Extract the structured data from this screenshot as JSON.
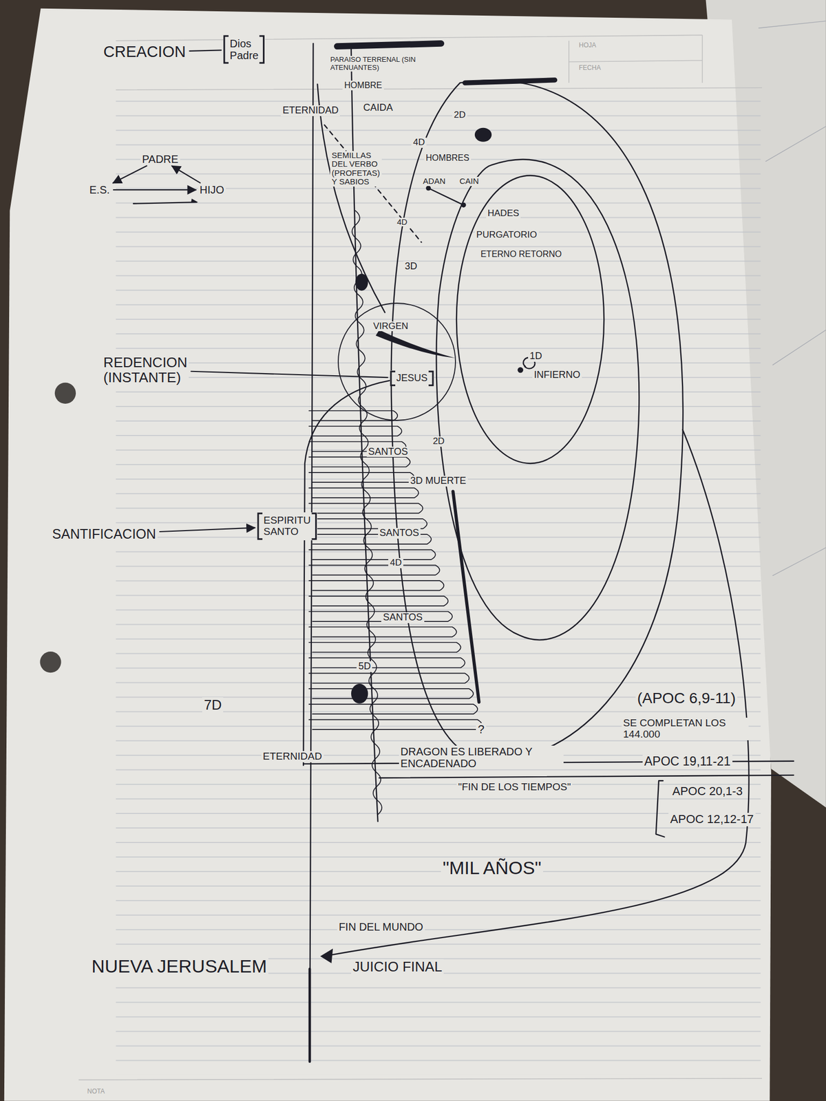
{
  "diagram": {
    "nodes": [
      {
        "text": [
          "CREACION"
        ]
      },
      {
        "text": [
          "Dios Padre"
        ]
      },
      {
        "text": [
          "PADRE"
        ]
      },
      {
        "text": [
          "E.S."
        ]
      },
      {
        "text": [
          "HIJO"
        ]
      },
      {
        "text": [
          "VIRGEN"
        ]
      },
      {
        "text": [
          "JESUS"
        ],
        "in": 5
      },
      {
        "text": [
          "REDENCION (INSTANTE)"
        ]
      },
      {
        "text": [
          "SANTIFICACION"
        ]
      },
      {
        "text": [
          "ESPIRITU SANTO"
        ]
      }
    ],
    "edges": [
      {
        "from": 0,
        "to": 1,
        "arrow": "none"
      },
      {
        "from": 2,
        "to": 3,
        "arrow": "to"
      },
      {
        "from": 4,
        "to": 2,
        "arrow": "to"
      },
      {
        "from": 3,
        "to": 4,
        "arrow": "to"
      },
      {
        "from": 7,
        "to": 6,
        "arrow": "none"
      },
      {
        "from": 8,
        "to": 9,
        "arrow": "to"
      }
    ],
    "labels": [
      "HOJA",
      "FECHA",
      "PARAISO TERRENAL (SIN ATENUANTES)",
      "HOMBRE",
      "ETERNIDAD",
      "CAIDA",
      "2D",
      "4D",
      "HOMBRES",
      "ADAN",
      "CAIN",
      "SEMILLAS DEL VERBO (PROFETAS) Y SABIOS",
      "4D",
      "HADES",
      "PURGATORIO",
      "ETERNO RETORNO",
      "3D",
      "1D",
      "INFIERNO",
      "SANTOS",
      "2D",
      "3D MUERTE",
      "SANTOS",
      "4D",
      "SANTOS",
      "5D",
      "7D",
      "(APOC 6,9-11)",
      "?",
      "SE COMPLETAN LOS 144.000",
      "ETERNIDAD",
      "DRAGON ES LIBERADO Y ENCADENADO",
      "APOC 19,11-21",
      "\"FIN DE LOS TIEMPOS\"",
      "APOC 20,1-3",
      "APOC 12,12-17",
      "\"MIL AÑOS\"",
      "FIN DEL MUNDO",
      "JUICIO FINAL",
      "NUEVA JERUSALEM",
      "NOTA"
    ]
  }
}
